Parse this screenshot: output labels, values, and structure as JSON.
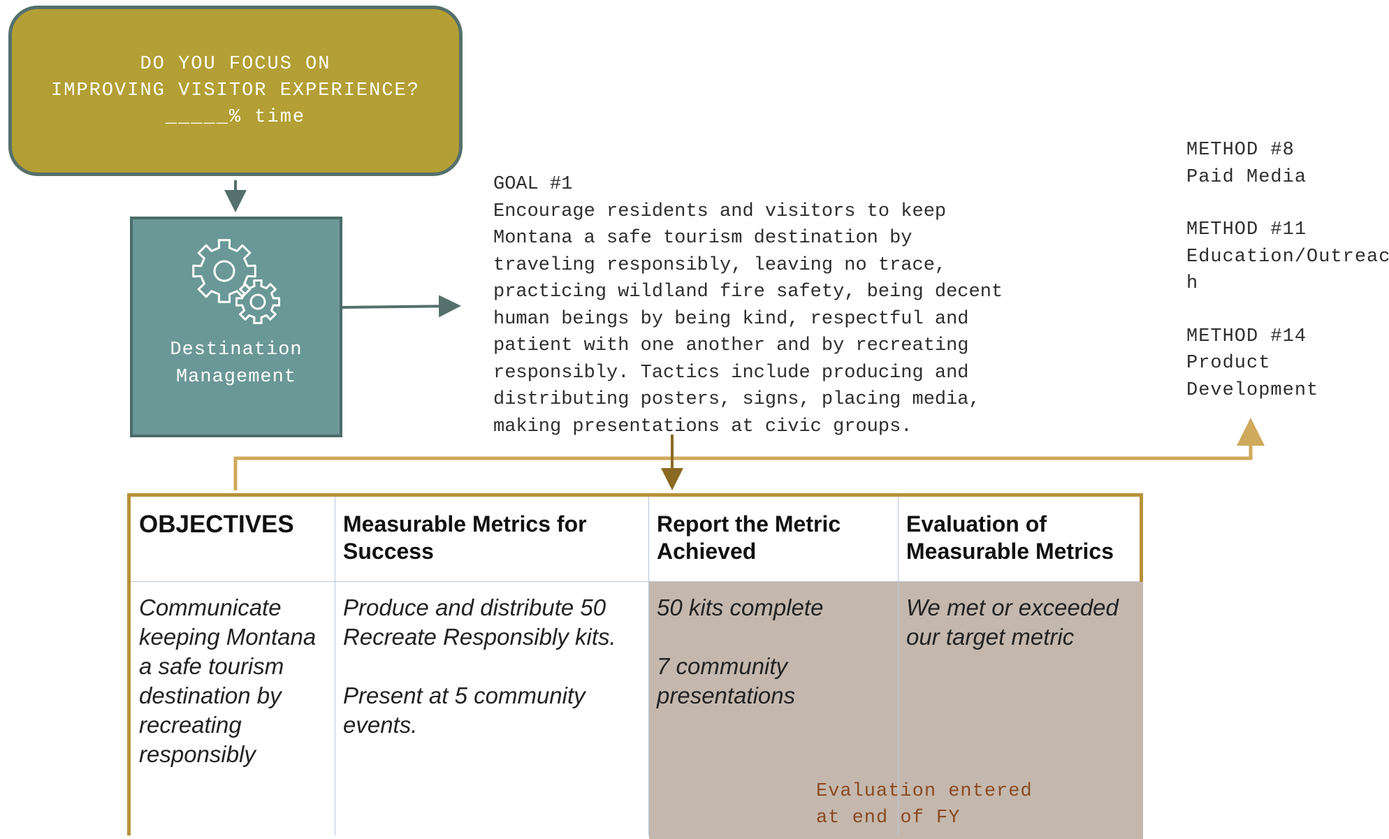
{
  "question": {
    "line1": "DO YOU FOCUS ON",
    "line2": "IMPROVING VISITOR EXPERIENCE?",
    "line3": "_____% time"
  },
  "destination": {
    "label_line1": "Destination",
    "label_line2": "Management",
    "icon": "gears-icon"
  },
  "goal": {
    "title": "GOAL #1",
    "lines": [
      "Encourage residents and visitors to keep",
      "Montana a safe tourism destination by",
      "traveling responsibly, leaving no trace,",
      "practicing wildland fire safety, being decent",
      "human beings by being kind, respectful and",
      "patient with one another and by recreating",
      "responsibly. Tactics include producing and",
      "distributing posters, signs, placing media,",
      "making presentations at civic groups."
    ]
  },
  "methods": [
    {
      "title": "METHOD #8",
      "lines": [
        "Paid Media"
      ]
    },
    {
      "title": "METHOD #11",
      "lines": [
        "Education/Outreac",
        "h"
      ]
    },
    {
      "title": "METHOD #14",
      "lines": [
        "Product",
        "Development"
      ]
    }
  ],
  "table": {
    "headers": [
      "OBJECTIVES",
      "Measurable Metrics for Success",
      "Report the Metric Achieved",
      "Evaluation of Measurable Metrics"
    ],
    "objective": "Communicate keeping Montana a safe tourism destination by recreating responsibly",
    "metrics": [
      "Produce and distribute 50 Recreate Responsibly kits.",
      "Present at 5 community events."
    ],
    "achieved": [
      "50 kits complete",
      "7 community presentations"
    ],
    "evaluation": "We met or exceeded our target metric"
  },
  "note": {
    "line1": "Evaluation entered",
    "line2": "at end of FY"
  },
  "colors": {
    "question_fill": "#b39f35",
    "teal": "#6a9897",
    "table_border": "#b8913a",
    "shade": "#c4b8ae",
    "note": "#8a4a22"
  }
}
